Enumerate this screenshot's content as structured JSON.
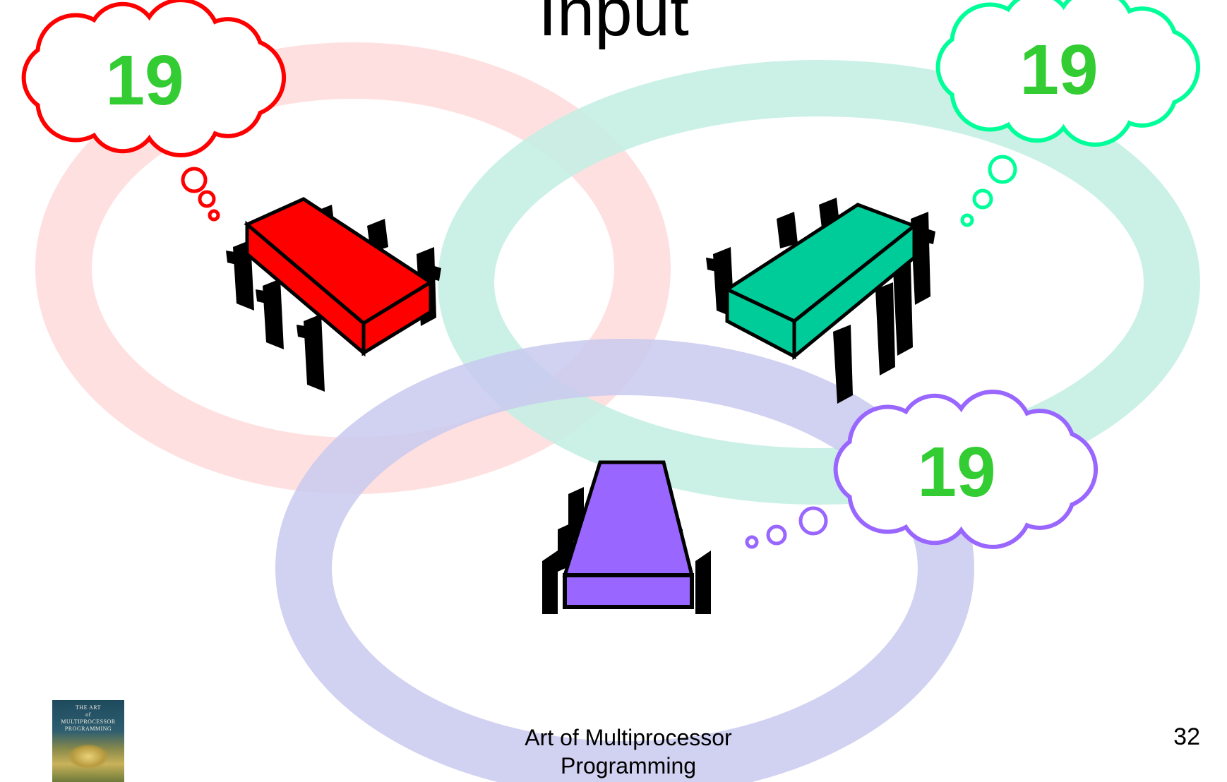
{
  "slide": {
    "title": "Input",
    "footer_line1": "Art of Multiprocessor",
    "footer_line2": "Programming",
    "page_number": "32"
  },
  "book_cover": {
    "line1": "THE ART",
    "line2": "of",
    "line3": "MULTIPROCESSOR",
    "line4": "PROGRAMMING"
  },
  "processors": [
    {
      "name": "red",
      "color": "#ff0000",
      "ring_color": "#ffdada",
      "thought_value": "19",
      "thought_outline": "#ff0000"
    },
    {
      "name": "green",
      "color": "#00cc99",
      "ring_color": "#c2efe3",
      "thought_value": "19",
      "thought_outline": "#00ff99"
    },
    {
      "name": "purple",
      "color": "#9966ff",
      "ring_color": "#c9c9ef",
      "thought_value": "19",
      "thought_outline": "#9966ff"
    }
  ],
  "colors": {
    "value_text": "#33cc33",
    "background": "#ffffff",
    "legs": "#000000"
  }
}
